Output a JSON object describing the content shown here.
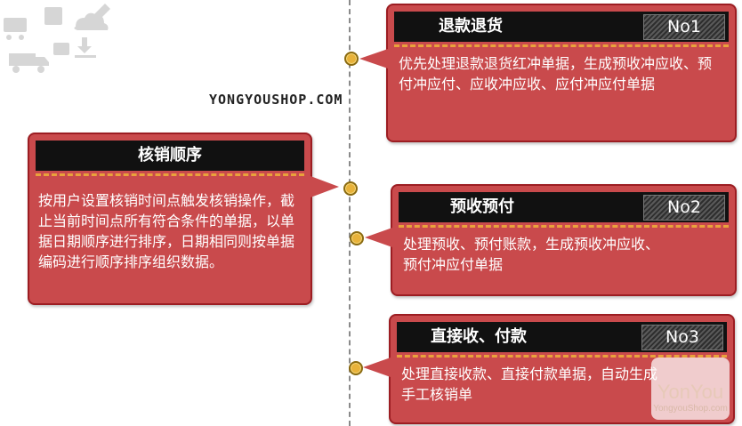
{
  "watermark": "YONGYOUSHOP.COM",
  "center_card": {
    "title": "核销顺序",
    "body": "按用户设置核销时间点触发核销操作，截止当前时间点所有符合条件的单据，以单据日期顺序进行排序，日期相同则按单据编码进行顺序排序组织数据。"
  },
  "steps": [
    {
      "title": "退款退货",
      "badge": "No1",
      "body": "优先处理退款退货红冲单据，生成预收冲应收、预付冲应付、应收冲应收、应付冲应付单据"
    },
    {
      "title": "预收预付",
      "badge": "No2",
      "body": "处理预收、预付账款，生成预收冲应收、预付冲应付单据"
    },
    {
      "title": "直接收、付款",
      "badge": "No3",
      "body": "处理直接收款、直接付款单据，自动生成手工核销单"
    }
  ],
  "logo": {
    "name": "YonYou",
    "site": "YongyouShop.com"
  },
  "colors": {
    "card": "#c94a4c",
    "card_border": "#9c1d22",
    "header": "#111111",
    "separator": "#e9a23b",
    "dot": "#e8b23a"
  }
}
